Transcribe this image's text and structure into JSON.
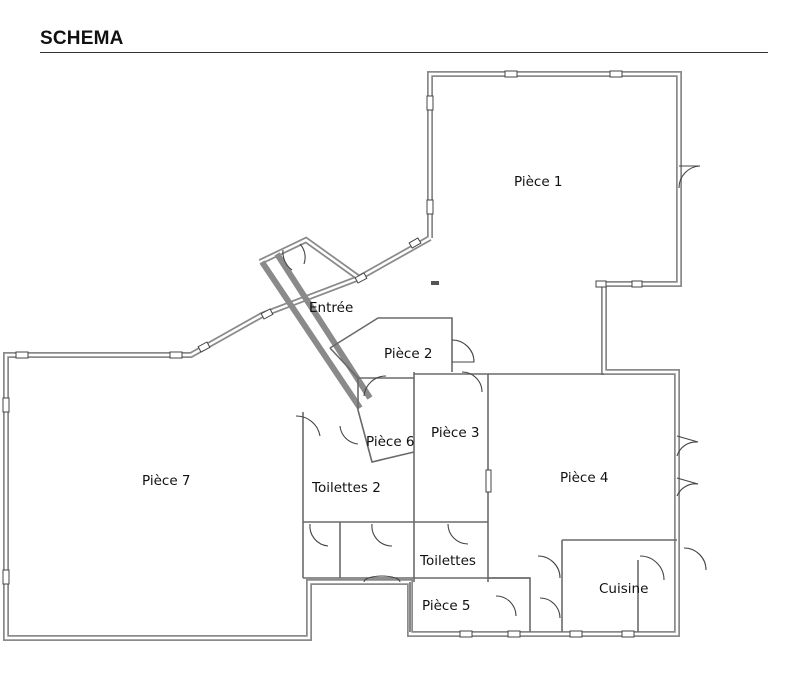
{
  "header": {
    "title": "SCHEMA"
  },
  "rooms": [
    {
      "id": "piece-1",
      "label": "Pièce 1"
    },
    {
      "id": "entree",
      "label": "Entrée"
    },
    {
      "id": "piece-2",
      "label": "Pièce 2"
    },
    {
      "id": "piece-6",
      "label": "Pièce 6"
    },
    {
      "id": "piece-3",
      "label": "Pièce 3"
    },
    {
      "id": "piece-7",
      "label": "Pièce 7"
    },
    {
      "id": "piece-4",
      "label": "Pièce 4"
    },
    {
      "id": "toilettes-2",
      "label": "Toilettes 2"
    },
    {
      "id": "toilettes",
      "label": "Toilettes"
    },
    {
      "id": "cuisine",
      "label": "Cuisine"
    },
    {
      "id": "piece-5",
      "label": "Pièce 5"
    }
  ]
}
